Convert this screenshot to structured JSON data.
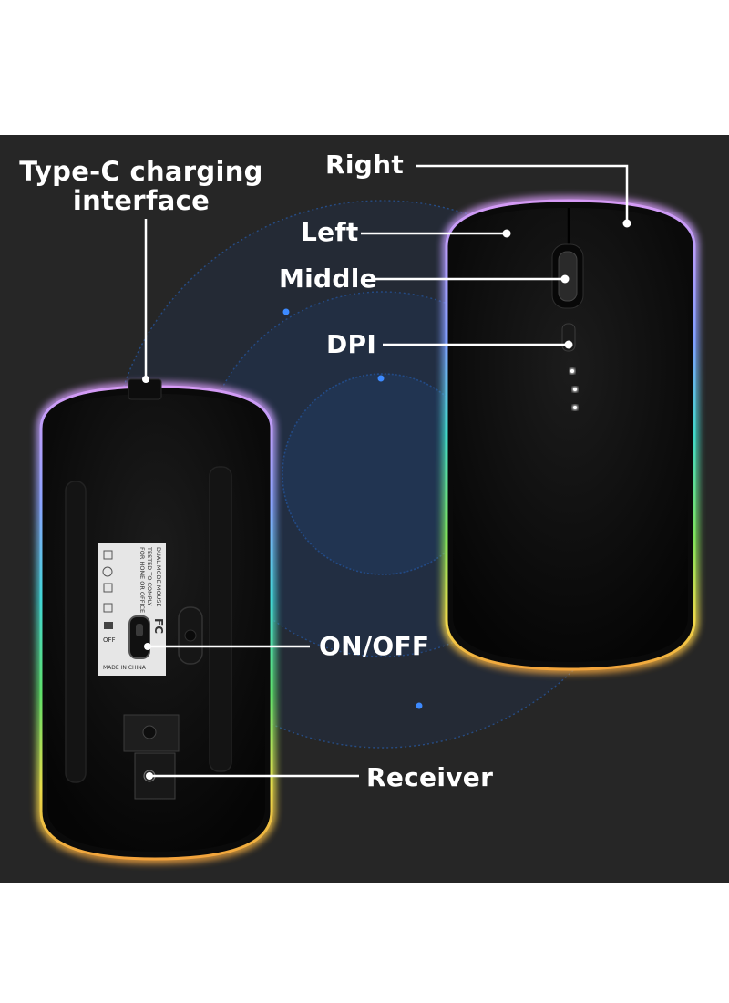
{
  "image": {
    "background_color": "#ffffff",
    "panel_color": "#262626",
    "mouse_color": "#0c0c0c",
    "glow_colors": [
      "#c98cf0",
      "#7fa8ff",
      "#3fd9d0",
      "#6ee66a",
      "#f0d04a",
      "#f0a640"
    ],
    "circle_color": "#2a6fd6"
  },
  "callouts": {
    "type_c_line1": "Type-C charging",
    "type_c_line2": "interface",
    "right": "Right",
    "left": "Left",
    "middle": "Middle",
    "dpi": "DPI",
    "on_off": "ON/OFF",
    "receiver": "Receiver"
  },
  "label_sticker": {
    "line1": "DUAL MODE MOUSE",
    "line2": "TESTED TO COMPLY",
    "line3": "FOR HOME OR OFFICE USE",
    "off": "OFF",
    "made_in": "MADE IN CHINA",
    "fc": "FC"
  }
}
